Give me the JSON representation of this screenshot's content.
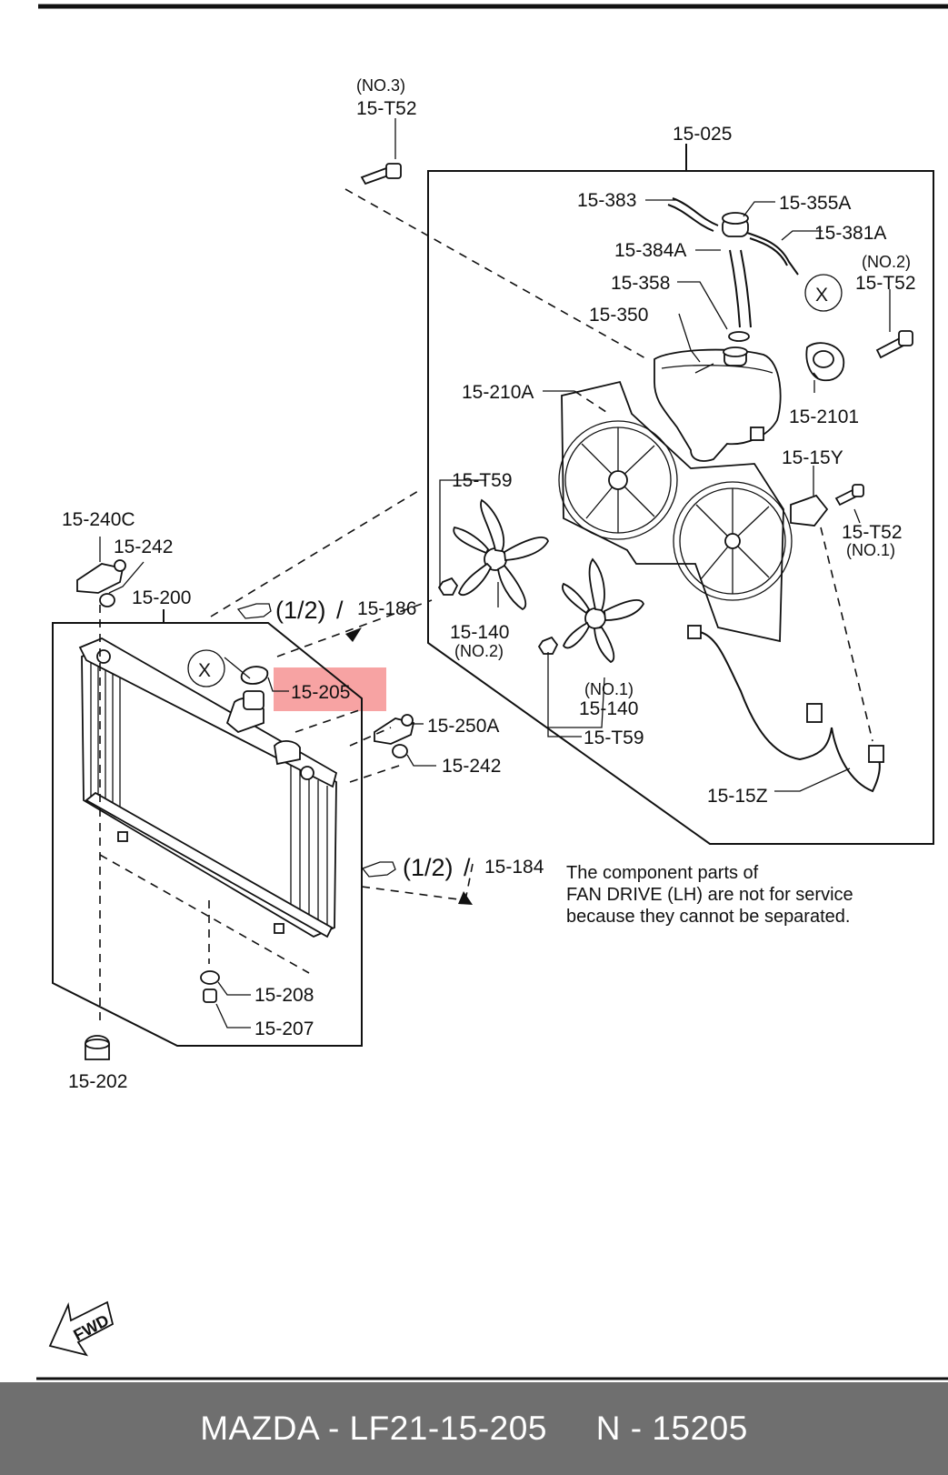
{
  "diagram": {
    "group_rh": "15-025",
    "group_radiator": "15-200",
    "ref_x": "X",
    "highlight_color": "#f7a3a3",
    "parts": {
      "p_t52_no3_note": "(NO.3)",
      "p_t52_no3": "15-T52",
      "p_383": "15-383",
      "p_355a": "15-355A",
      "p_384a": "15-384A",
      "p_381a": "15-381A",
      "p_t52_no2_note": "(NO.2)",
      "p_t52_no2": "15-T52",
      "p_358": "15-358",
      "p_350": "15-350",
      "p_210a": "15-210A",
      "p_2101": "15-2101",
      "p_15y": "15-15Y",
      "p_t59_top": "15-T59",
      "p_t52_no1": "15-T52",
      "p_t52_no1_note": "(NO.1)",
      "p_140_no2": "15-140",
      "p_140_no2_note": "(NO.2)",
      "p_140_no1_note": "(NO.1)",
      "p_140_no1": "15-140",
      "p_t59_bottom": "15-T59",
      "p_15z": "15-15Z",
      "p_240c": "15-240C",
      "p_242_top": "15-242",
      "p_205": "15-205",
      "p_250a": "15-250A",
      "p_242_right": "15-242",
      "p_208": "15-208",
      "p_207": "15-207",
      "p_202": "15-202"
    },
    "refs": {
      "ref1_fraction": "(1/2)",
      "ref1_sep": "/",
      "ref1_target": "15-186",
      "ref2_fraction": "(1/2)",
      "ref2_sep": "/",
      "ref2_target": "15-184"
    },
    "note_lines": [
      "The component parts of",
      "FAN DRIVE (LH) are not for service",
      "because they cannot be separated."
    ],
    "fwd_label": "FWD"
  },
  "footer": {
    "text": "MAZDA - LF21-15-205     N - 15205"
  }
}
